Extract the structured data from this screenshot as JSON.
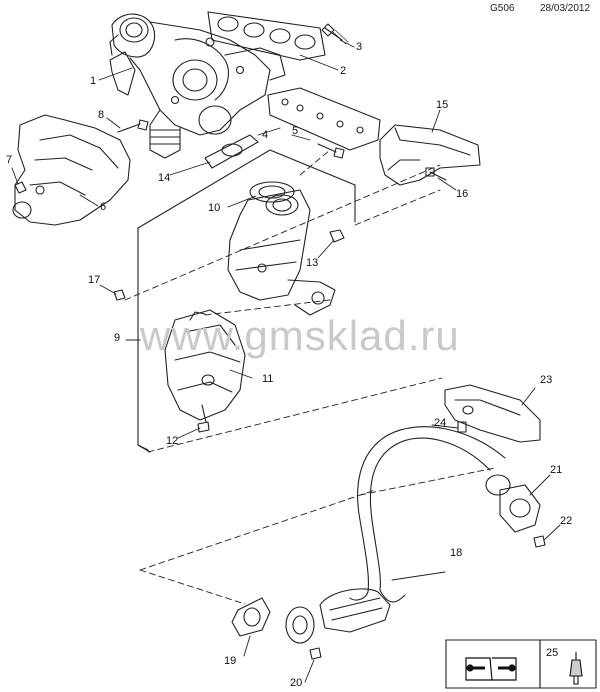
{
  "header": {
    "code": "G506",
    "date": "28/03/2012"
  },
  "watermark": "www.gmsklad.ru",
  "callouts": {
    "c1": "1",
    "c2": "2",
    "c3": "3",
    "c4": "4",
    "c5": "5",
    "c6": "6",
    "c7": "7",
    "c8": "8",
    "c9": "9",
    "c10": "10",
    "c11": "11",
    "c12": "12",
    "c13": "13",
    "c14": "14",
    "c15": "15",
    "c16": "16",
    "c17": "17",
    "c18": "18",
    "c19": "19",
    "c20": "20",
    "c21": "21",
    "c22": "22",
    "c23": "23",
    "c24": "24",
    "c25": "25"
  },
  "icons": {
    "tools": "wrench-icon",
    "sealant": "sealant-tube-icon"
  }
}
